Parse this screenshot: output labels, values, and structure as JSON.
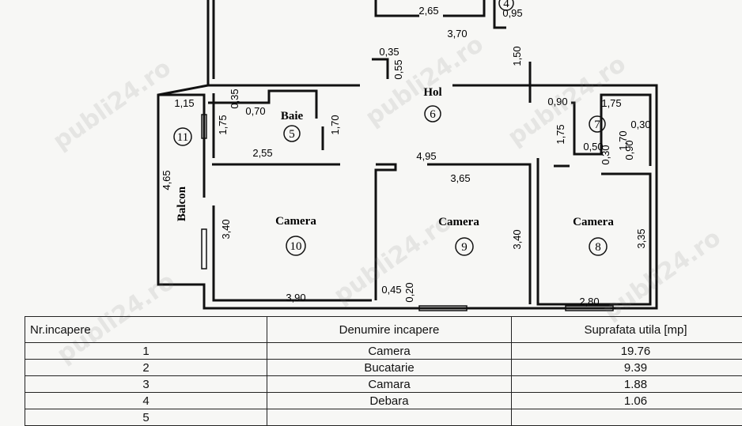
{
  "plan": {
    "rooms": [
      {
        "num": "4"
      },
      {
        "num": "5",
        "name": "Baie"
      },
      {
        "num": "6",
        "name": "Hol"
      },
      {
        "num": "7"
      },
      {
        "num": "8",
        "name": "Camera"
      },
      {
        "num": "9",
        "name": "Camera"
      },
      {
        "num": "10",
        "name": "Camera"
      },
      {
        "num": "11",
        "name": "Balcon"
      }
    ],
    "dimensions": [
      "2,65",
      "3,70",
      "0,95",
      "0,35",
      "0,55",
      "1,50",
      "1,15",
      "0,35",
      "0,70",
      "1,75",
      "1,70",
      "0,90",
      "1,75",
      "1,75",
      "0,30",
      "1,70",
      "0,50",
      "0,30",
      "0,90",
      "2,55",
      "4,95",
      "4,65",
      "3,65",
      "3,40",
      "3,40",
      "3,35",
      "0,45",
      "0,20",
      "3,90",
      "2,80"
    ],
    "watermark": "publi24.ro"
  },
  "table": {
    "headers": [
      "Nr.incapere",
      "Denumire incapere",
      "Suprafata utila [mp]"
    ],
    "rows": [
      {
        "nr": "1",
        "name": "Camera",
        "area": "19.76"
      },
      {
        "nr": "2",
        "name": "Bucatarie",
        "area": "9.39"
      },
      {
        "nr": "3",
        "name": "Camara",
        "area": "1.88"
      },
      {
        "nr": "4",
        "name": "Debara",
        "area": "1.06"
      },
      {
        "nr": "5",
        "name": "",
        "area": ""
      }
    ]
  }
}
